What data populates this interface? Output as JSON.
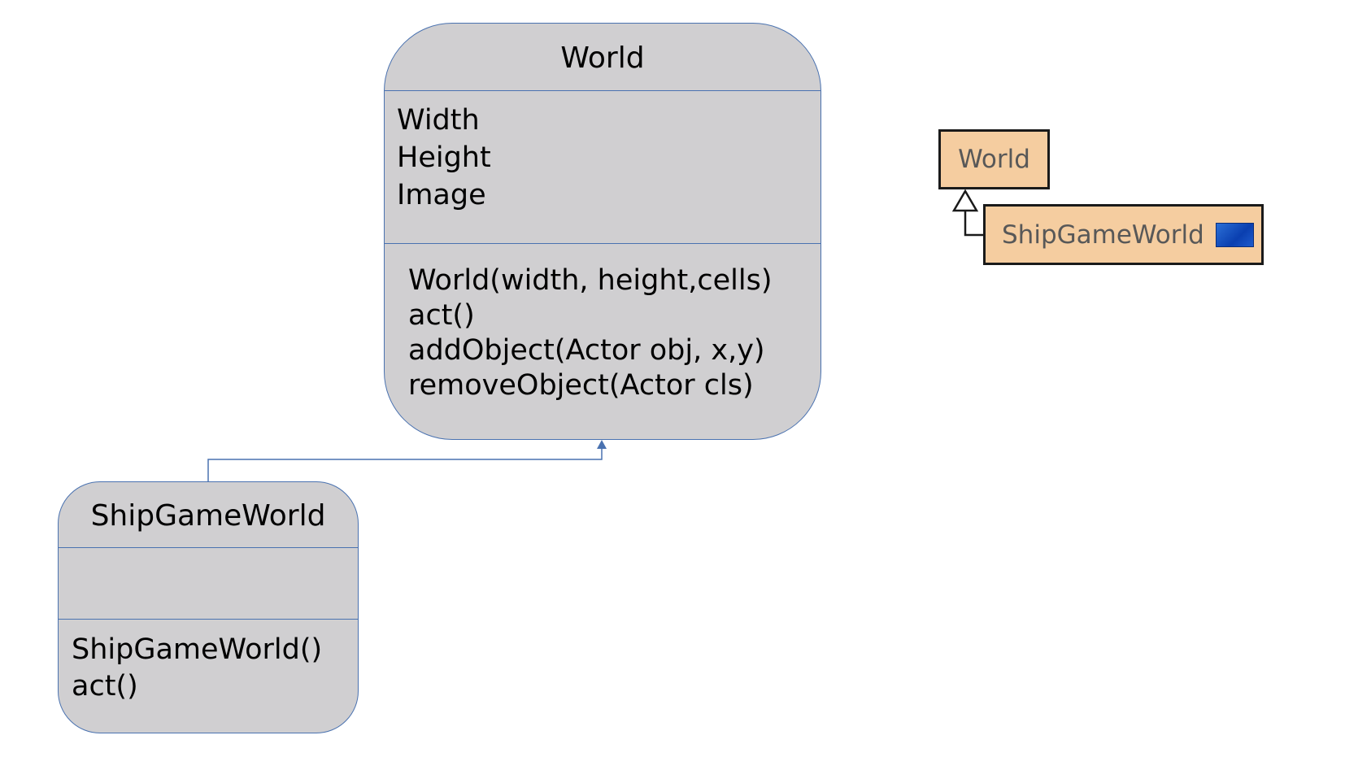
{
  "uml": {
    "world": {
      "name": "World",
      "attributes": [
        "Width",
        "Height",
        "Image"
      ],
      "operations": [
        "World(width, height,cells)",
        "act()",
        "addObject(Actor obj, x,y)",
        "removeObject(Actor cls)"
      ]
    },
    "ship_game_world": {
      "name": "ShipGameWorld",
      "attributes": [],
      "operations": [
        "ShipGameWorld()",
        "act()"
      ]
    },
    "connector": {
      "from": "ShipGameWorld",
      "to": "World",
      "type": "inheritance"
    }
  },
  "class_tree": {
    "parent_label": "World",
    "child_label": "ShipGameWorld",
    "child_icon": "ship-world-image-icon"
  },
  "colors": {
    "uml_fill": "#d0cfd1",
    "uml_border": "#4a72b0",
    "tree_fill": "#f5cda0",
    "tree_border": "#1a1a1a",
    "tree_text": "#585858"
  }
}
